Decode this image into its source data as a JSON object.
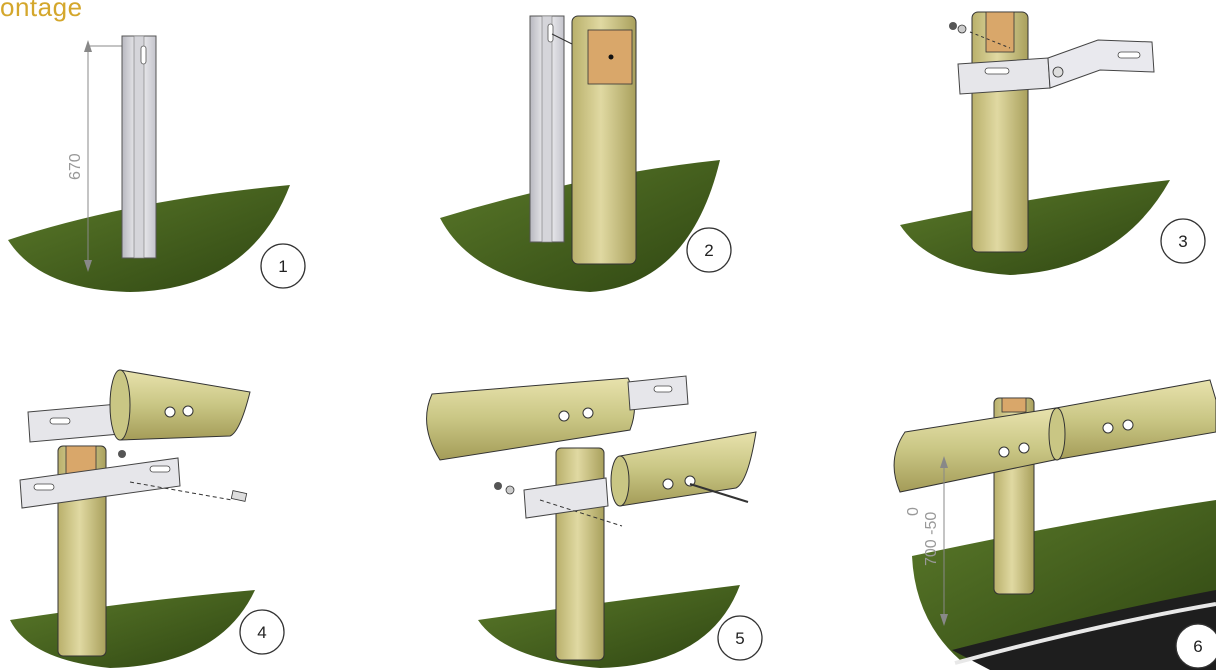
{
  "title": "ontage",
  "steps": [
    {
      "number": "1",
      "dimension": "670"
    },
    {
      "number": "2"
    },
    {
      "number": "3"
    },
    {
      "number": "4"
    },
    {
      "number": "5"
    },
    {
      "number": "6",
      "dimension_top": "0",
      "dimension_bottom": "700 -50"
    }
  ],
  "colors": {
    "title": "#d4a72c",
    "grass": "#4a6a20",
    "grass_dark": "#2f4612",
    "wood": "#c9c684",
    "wood_light": "#e2dca6",
    "wood_end": "#d9a76a",
    "metal": "#e6e6ea",
    "road": "#1e1e1e"
  }
}
